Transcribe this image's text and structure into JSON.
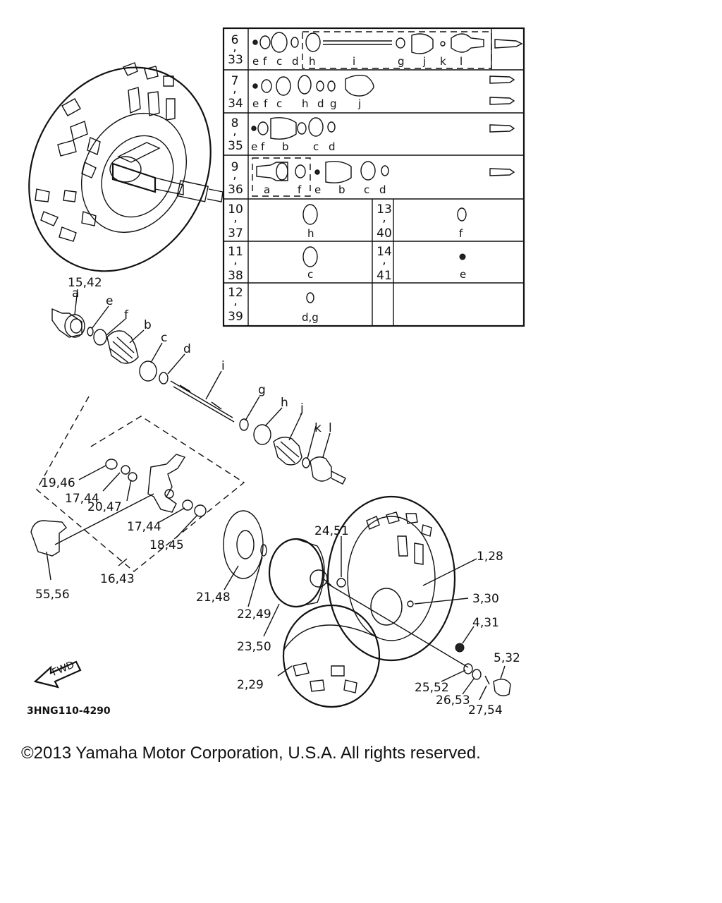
{
  "table": {
    "rows_full": [
      {
        "num_top": "6",
        "num_bottom": "33",
        "letters": [
          "e",
          "f",
          "c",
          "d",
          "h",
          "i",
          "g",
          "j",
          "k",
          "l"
        ]
      },
      {
        "num_top": "7",
        "num_bottom": "34",
        "letters": [
          "e",
          "f",
          "c",
          "h",
          "d",
          "g",
          "j"
        ]
      },
      {
        "num_top": "8",
        "num_bottom": "35",
        "letters": [
          "e",
          "f",
          "b",
          "c",
          "d"
        ]
      },
      {
        "num_top": "9",
        "num_bottom": "36",
        "letters": [
          "a",
          "f",
          "e",
          "b",
          "c",
          "d"
        ]
      }
    ],
    "rows_split": [
      {
        "left": {
          "num_top": "10",
          "num_bottom": "37",
          "letter": "h"
        },
        "right": {
          "num_top": "13",
          "num_bottom": "40",
          "letter": "f"
        }
      },
      {
        "left": {
          "num_top": "11",
          "num_bottom": "38",
          "letter": "c"
        },
        "right": {
          "num_top": "14",
          "num_bottom": "41",
          "letter": "e"
        }
      },
      {
        "left": {
          "num_top": "12",
          "num_bottom": "39",
          "letter": "d,g"
        },
        "right": {
          "num_top": "",
          "num_bottom": "",
          "letter": ""
        }
      }
    ]
  },
  "callouts": {
    "c_15_42": "15,42",
    "c_a": "a",
    "c_e": "e",
    "c_f": "f",
    "c_b": "b",
    "c_c": "c",
    "c_d": "d",
    "c_i": "i",
    "c_g": "g",
    "c_h": "h",
    "c_j": "j",
    "c_k": "k",
    "c_l": "l",
    "c_19_46": "19,46",
    "c_17_44a": "17,44",
    "c_20_47": "20,47",
    "c_17_44b": "17,44",
    "c_18_45": "18,45",
    "c_16_43": "16,43",
    "c_55_56": "55,56",
    "c_21_48": "21,48",
    "c_22_49": "22,49",
    "c_23_50": "23,50",
    "c_24_51": "24,51",
    "c_1_28": "1,28",
    "c_3_30": "3,30",
    "c_4_31": "4,31",
    "c_5_32": "5,32",
    "c_2_29": "2,29",
    "c_25_52": "25,52",
    "c_26_53": "26,53",
    "c_27_54": "27,54"
  },
  "fwd_label": "FWD",
  "diagram_code": "3HNG110-4290",
  "copyright": "©2013 Yamaha Motor Corporation, U.S.A. All rights reserved."
}
